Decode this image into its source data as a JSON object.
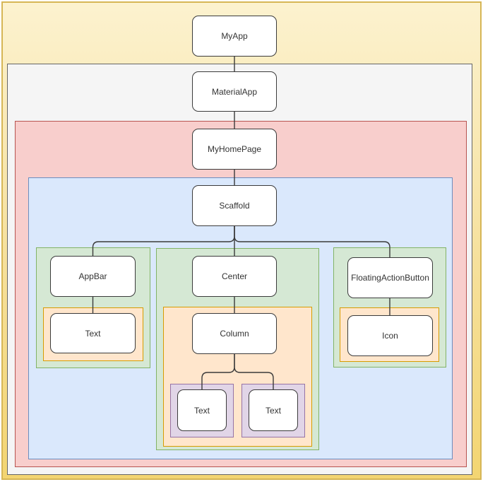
{
  "diagram": {
    "type": "widget-tree",
    "description": "Flutter widget tree with nested ownership group containers",
    "nodes": [
      {
        "id": "myapp",
        "label": "MyApp"
      },
      {
        "id": "materialapp",
        "label": "MaterialApp"
      },
      {
        "id": "myhomepage",
        "label": "MyHomePage"
      },
      {
        "id": "scaffold",
        "label": "Scaffold"
      },
      {
        "id": "appbar",
        "label": "AppBar"
      },
      {
        "id": "center",
        "label": "Center"
      },
      {
        "id": "floatingactionbutton",
        "label": "FloatingActionButton"
      },
      {
        "id": "appbar-text",
        "label": "Text"
      },
      {
        "id": "column",
        "label": "Column"
      },
      {
        "id": "icon",
        "label": "Icon"
      },
      {
        "id": "column-text-1",
        "label": "Text"
      },
      {
        "id": "column-text-2",
        "label": "Text"
      }
    ],
    "edges": [
      {
        "from": "MyApp",
        "to": "MaterialApp"
      },
      {
        "from": "MaterialApp",
        "to": "MyHomePage"
      },
      {
        "from": "MyHomePage",
        "to": "Scaffold"
      },
      {
        "from": "Scaffold",
        "to": "AppBar"
      },
      {
        "from": "Scaffold",
        "to": "Center"
      },
      {
        "from": "Scaffold",
        "to": "FloatingActionButton"
      },
      {
        "from": "AppBar",
        "to": "Text"
      },
      {
        "from": "Center",
        "to": "Column"
      },
      {
        "from": "FloatingActionButton",
        "to": "Icon"
      },
      {
        "from": "Column",
        "to": "Text"
      },
      {
        "from": "Column",
        "to": "Text"
      }
    ],
    "groups": [
      {
        "id": "group-myapp-scope",
        "tint": "yellow"
      },
      {
        "id": "group-materialapp",
        "tint": "gray"
      },
      {
        "id": "group-myhomepage",
        "tint": "red"
      },
      {
        "id": "group-scaffold",
        "tint": "blue"
      },
      {
        "id": "group-appbar",
        "tint": "green"
      },
      {
        "id": "group-center",
        "tint": "green"
      },
      {
        "id": "group-fab",
        "tint": "green"
      },
      {
        "id": "group-appbar-text",
        "tint": "orange"
      },
      {
        "id": "group-column",
        "tint": "orange"
      },
      {
        "id": "group-icon",
        "tint": "orange"
      },
      {
        "id": "group-column-text-1",
        "tint": "purple"
      },
      {
        "id": "group-column-text-2",
        "tint": "purple"
      }
    ]
  },
  "palette": {
    "yellow": {
      "fill_top": "#FCF2CF",
      "fill_bottom": "#F3D572",
      "stroke": "#D6B656"
    },
    "gray": {
      "fill": "#F5F5F5",
      "stroke": "#666666"
    },
    "red": {
      "fill": "#F8CECC",
      "stroke": "#B85450"
    },
    "blue": {
      "fill": "#DAE8FC",
      "stroke": "#6C8EBF"
    },
    "green": {
      "fill": "#D5E8D4",
      "stroke": "#82B366"
    },
    "orange": {
      "fill": "#FFE6CC",
      "stroke": "#D79B00"
    },
    "purple": {
      "fill": "#E1D5E7",
      "stroke": "#9673A6"
    },
    "node": {
      "fill": "#FFFFFF",
      "stroke": "#3B3B3B",
      "text": "#333333"
    },
    "edge": {
      "stroke": "#3A3A3A"
    }
  }
}
